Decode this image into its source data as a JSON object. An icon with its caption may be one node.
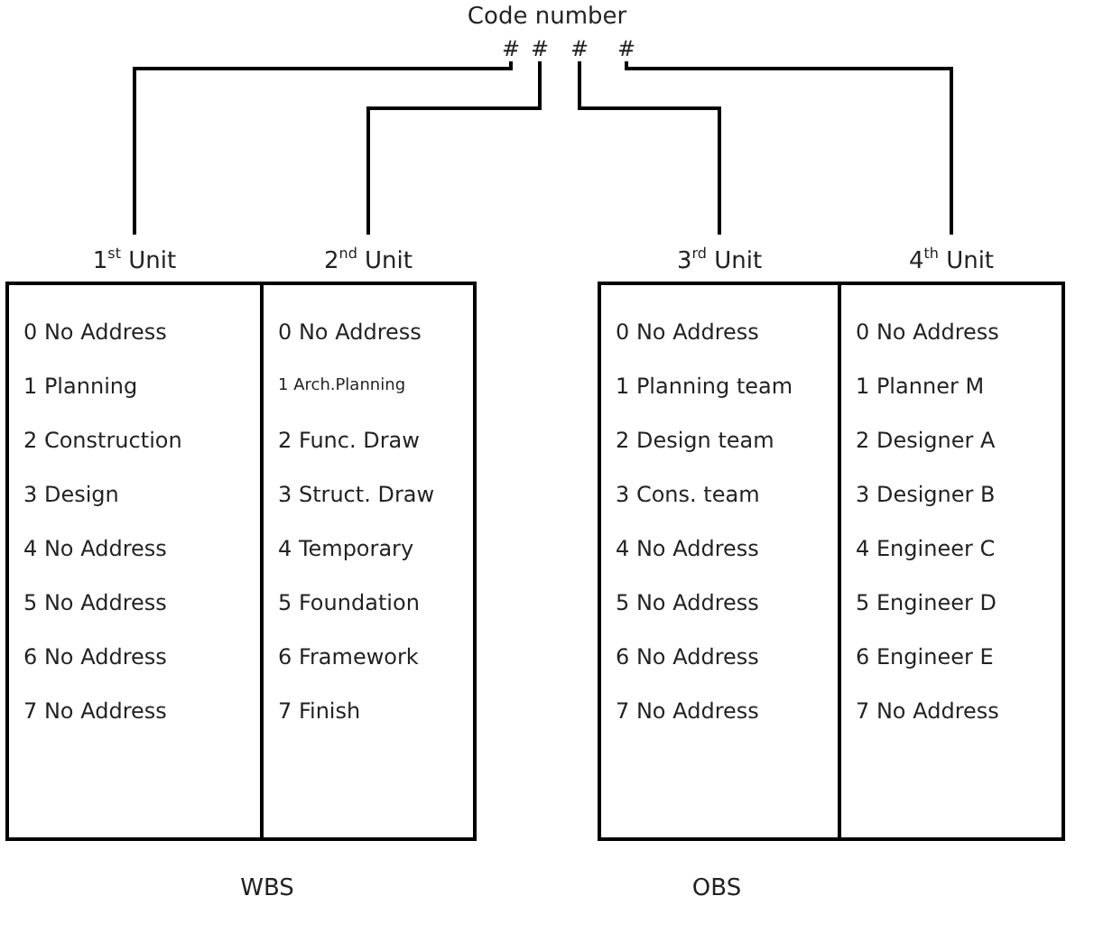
{
  "diagram": {
    "title": "Code number",
    "nodes": [
      {
        "text": [
          "#"
        ]
      },
      {
        "text": [
          "#"
        ]
      },
      {
        "text": [
          "#"
        ]
      },
      {
        "text": [
          "#"
        ]
      },
      {
        "text": [
          "1$^{st}$ Unit",
          "0 No Address",
          "1 Planning",
          "2 Construction",
          "3 Design",
          "4 No Address",
          "5 No Address",
          "6 No Address",
          "7 No Address"
        ]
      },
      {
        "text": [
          "2$^{nd}$ Unit",
          "0 No Address",
          "1 Arch.Planning",
          "2 Func. Draw",
          "3 Struct. Draw",
          "4 Temporary",
          "5 Foundation",
          "6 Framework",
          "7 Finish"
        ]
      },
      {
        "text": [
          "3$^{rd}$ Unit",
          "0 No Address",
          "1 Planning team",
          "2 Design team",
          "3 Cons. team",
          "4 No Address",
          "5 No Address",
          "6 No Address",
          "7 No Address"
        ]
      },
      {
        "text": [
          "4$^{th}$ Unit",
          "0 No Address",
          "1 Planner M",
          "2 Designer A",
          "3 Designer B",
          "4 Engineer C",
          "5 Engineer D",
          "6 Engineer E",
          "7 No Address"
        ]
      }
    ],
    "edges": [
      {
        "from": 0,
        "to": 4,
        "arrow": "none"
      },
      {
        "from": 1,
        "to": 5,
        "arrow": "none"
      },
      {
        "from": 2,
        "to": 6,
        "arrow": "none"
      },
      {
        "from": 3,
        "to": 7,
        "arrow": "none"
      }
    ],
    "labels": [
      "WBS",
      "OBS"
    ]
  }
}
